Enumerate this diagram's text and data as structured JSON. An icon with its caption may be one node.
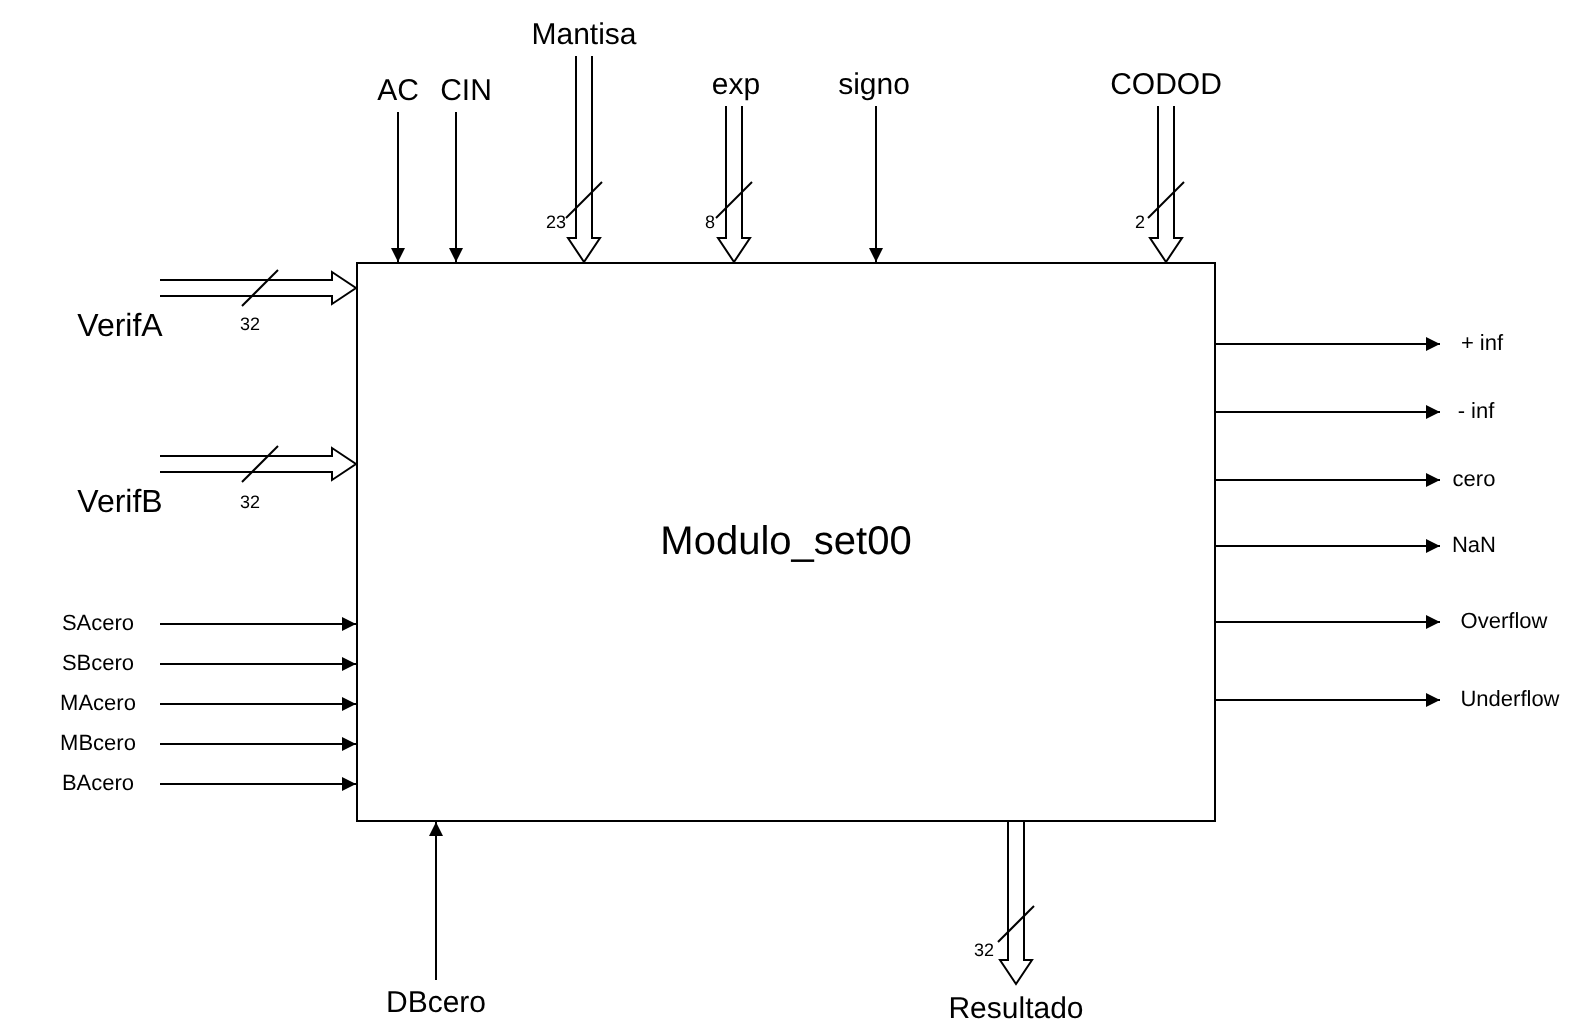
{
  "diagram": {
    "nodes": [
      {
        "text": [
          "Modulo_set00"
        ]
      },
      {
        "text": [
          "AC"
        ]
      },
      {
        "text": [
          "CIN"
        ]
      },
      {
        "text": [
          "Mantisa"
        ]
      },
      {
        "text": [
          "exp"
        ]
      },
      {
        "text": [
          "signo"
        ]
      },
      {
        "text": [
          "CODOD"
        ]
      },
      {
        "text": [
          "VerifA"
        ]
      },
      {
        "text": [
          "VerifB"
        ]
      },
      {
        "text": [
          "SAcero"
        ]
      },
      {
        "text": [
          "SBcero"
        ]
      },
      {
        "text": [
          "MAcero"
        ]
      },
      {
        "text": [
          "MBcero"
        ]
      },
      {
        "text": [
          "BAcero"
        ]
      },
      {
        "text": [
          "DBcero"
        ]
      },
      {
        "text": [
          "Resultado"
        ]
      },
      {
        "text": [
          "+ inf"
        ]
      },
      {
        "text": [
          "- inf"
        ]
      },
      {
        "text": [
          "cero"
        ]
      },
      {
        "text": [
          "NaN"
        ]
      },
      {
        "text": [
          "Overflow"
        ]
      },
      {
        "text": [
          "Underflow"
        ]
      }
    ],
    "edges": [
      {
        "from": 1,
        "to": 0,
        "arrow": "to"
      },
      {
        "from": 2,
        "to": 0,
        "arrow": "to"
      },
      {
        "from": 3,
        "to": 0,
        "arrow": "to",
        "label": "23",
        "style": "thick"
      },
      {
        "from": 4,
        "to": 0,
        "arrow": "to",
        "label": "8",
        "style": "thick"
      },
      {
        "from": 5,
        "to": 0,
        "arrow": "to"
      },
      {
        "from": 6,
        "to": 0,
        "arrow": "to",
        "label": "2",
        "style": "thick"
      },
      {
        "from": 7,
        "to": 0,
        "arrow": "to",
        "label": "32",
        "style": "thick"
      },
      {
        "from": 8,
        "to": 0,
        "arrow": "to",
        "label": "32",
        "style": "thick"
      },
      {
        "from": 9,
        "to": 0,
        "arrow": "to"
      },
      {
        "from": 10,
        "to": 0,
        "arrow": "to"
      },
      {
        "from": 11,
        "to": 0,
        "arrow": "to"
      },
      {
        "from": 12,
        "to": 0,
        "arrow": "to"
      },
      {
        "from": 13,
        "to": 0,
        "arrow": "to"
      },
      {
        "from": 14,
        "to": 0,
        "arrow": "to"
      },
      {
        "from": 0,
        "to": 15,
        "arrow": "to",
        "label": "32",
        "style": "thick"
      },
      {
        "from": 0,
        "to": 16,
        "arrow": "to"
      },
      {
        "from": 0,
        "to": 17,
        "arrow": "to"
      },
      {
        "from": 0,
        "to": 18,
        "arrow": "to"
      },
      {
        "from": 0,
        "to": 19,
        "arrow": "to"
      },
      {
        "from": 0,
        "to": 20,
        "arrow": "to"
      },
      {
        "from": 0,
        "to": 21,
        "arrow": "to"
      }
    ]
  }
}
